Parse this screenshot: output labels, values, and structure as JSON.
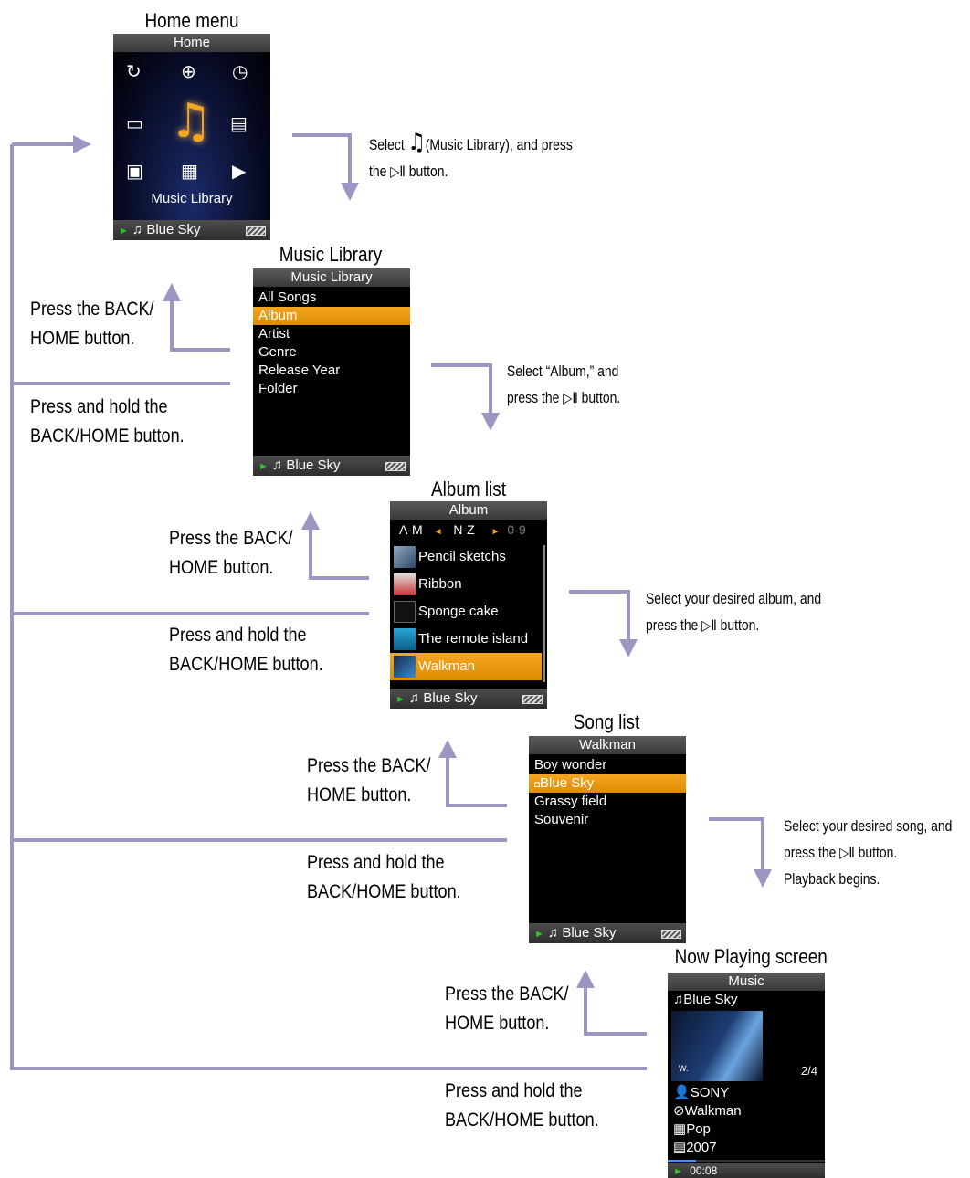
{
  "titles": {
    "home": "Home menu",
    "library": "Music Library",
    "album": "Album list",
    "song": "Song list",
    "now": "Now Playing screen"
  },
  "captions": {
    "press_back": [
      "Press the BACK/",
      "HOME button."
    ],
    "press_hold": [
      "Press and hold the",
      "BACK/HOME button."
    ]
  },
  "instructions": {
    "i1_a": "Select",
    "i1_b": "(Music Library), and press",
    "i1_c": "the",
    "i1_d": "button.",
    "i2_a": "Select “Album,” and",
    "i2_b": "press the",
    "i2_c": "button.",
    "i3_a": "Select your desired album, and",
    "i3_b": "press the",
    "i3_c": "button.",
    "i4_a": "Select your desired song, and",
    "i4_b": "press the",
    "i4_c": "button.",
    "i4_d": "Playback begins."
  },
  "home_screen": {
    "header": "Home",
    "label": "Music Library",
    "footer": "Blue Sky"
  },
  "library_screen": {
    "header": "Music Library",
    "items": [
      "All Songs",
      "Album",
      "Artist",
      "Genre",
      "Release Year",
      "Folder"
    ],
    "selected_index": 1,
    "footer": "Blue Sky"
  },
  "album_screen": {
    "header": "Album",
    "tabs": [
      "A-M",
      "N-Z",
      "0-9"
    ],
    "items": [
      "Pencil sketchs",
      "Ribbon",
      "Sponge cake",
      "The remote island",
      "Walkman"
    ],
    "selected_index": 4,
    "footer": "Blue Sky"
  },
  "song_screen": {
    "header": "Walkman",
    "items": [
      "Boy wonder",
      "Blue Sky",
      "Grassy field",
      "Souvenir"
    ],
    "selected_index": 1,
    "footer": "Blue Sky"
  },
  "now_screen": {
    "header": "Music",
    "song": "Blue Sky",
    "count": "2/4",
    "artist": "SONY",
    "album": "Walkman",
    "genre": "Pop",
    "year": "2007",
    "time": "00:08"
  },
  "colors": {
    "arrow": "#9d96c2",
    "select": "#f0a020",
    "accent": "#f5a623"
  }
}
